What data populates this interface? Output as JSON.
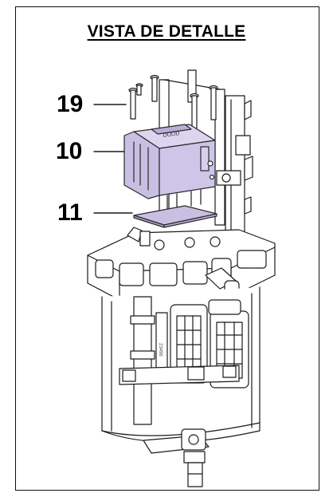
{
  "header": {
    "title": "VISTA DE DETALLE"
  },
  "callouts": [
    {
      "id": "19",
      "label": "19"
    },
    {
      "id": "10",
      "label": "10"
    },
    {
      "id": "11",
      "label": "11"
    }
  ],
  "colors": {
    "highlight": "#c9bfe3",
    "highlight_stroke": "#6b5f8f",
    "line": "#1a1a1a",
    "frame": "#111111"
  }
}
